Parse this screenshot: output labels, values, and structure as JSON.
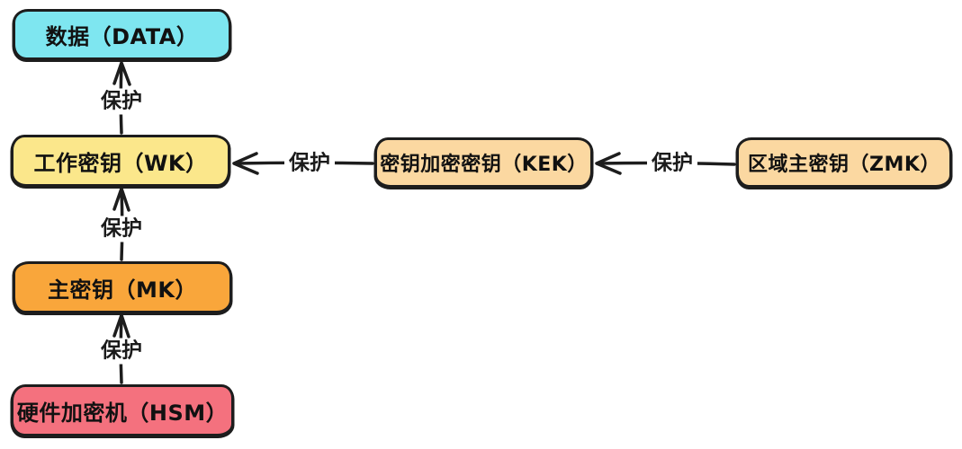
{
  "diagram": {
    "description_nodes_note": "",
    "colors": {
      "background": "#ffffff",
      "stroke": "#1d1d1d",
      "text": "#111111"
    }
  },
  "nodes": {
    "data": {
      "label": "数据（DATA）",
      "fill": "#7ee6f0"
    },
    "wk": {
      "label": "工作密钥（WK）",
      "fill": "#fbe78b"
    },
    "kek": {
      "label": "密钥加密密钥（KEK）",
      "fill": "#fbd8a1"
    },
    "zmk": {
      "label": "区域主密钥（ZMK）",
      "fill": "#fbd8a1"
    },
    "mk": {
      "label": "主密钥（MK）",
      "fill": "#f9a63b"
    },
    "hsm": {
      "label": "硬件加密机（HSM）",
      "fill": "#f4717e"
    }
  },
  "edges": {
    "wk_to_data": {
      "from": "工作密钥（WK）",
      "to": "数据（DATA）",
      "label": "保护"
    },
    "mk_to_wk": {
      "from": "主密钥（MK）",
      "to": "工作密钥（WK）",
      "label": "保护"
    },
    "hsm_to_mk": {
      "from": "硬件加密机（HSM）",
      "to": "主密钥（MK）",
      "label": "保护"
    },
    "kek_to_wk": {
      "from": "密钥加密密钥（KEK）",
      "to": "工作密钥（WK）",
      "label": "保护"
    },
    "zmk_to_kek": {
      "from": "区域主密钥（ZMK）",
      "to": "密钥加密密钥（KEK）",
      "label": "保护"
    }
  }
}
